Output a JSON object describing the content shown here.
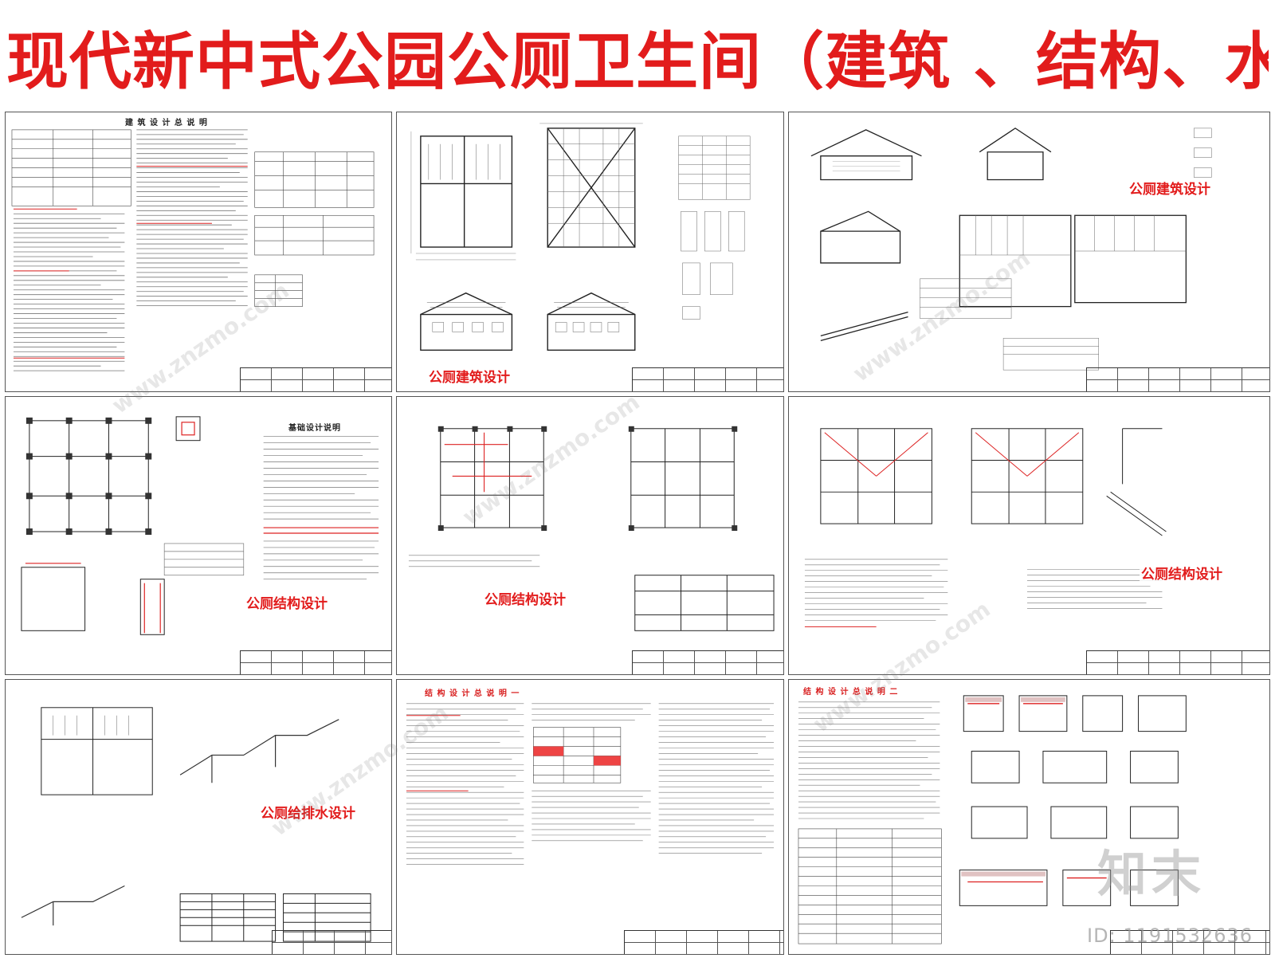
{
  "title": "现代新中式公园公厕卫生间（建筑 、结构、水电）",
  "sheets": [
    {
      "label": "",
      "heading": "建 筑 设 计 总 说 明"
    },
    {
      "label": "公厕建筑设计",
      "heading": ""
    },
    {
      "label": "公厕建筑设计",
      "heading": ""
    },
    {
      "label": "公厕结构设计",
      "heading": "基础设计说明"
    },
    {
      "label": "公厕结构设计",
      "heading": ""
    },
    {
      "label": "公厕结构设计",
      "heading": ""
    },
    {
      "label": "公厕给排水设计",
      "heading": ""
    },
    {
      "label": "",
      "heading": "结 构 设 计 总 说 明 一"
    },
    {
      "label": "",
      "heading": "结 构 设 计 总 说 明 二"
    }
  ],
  "watermark": {
    "text": "www.znzmo.com"
  },
  "brand": {
    "logo_text": "知末",
    "id_text": "ID: 1191532636"
  }
}
